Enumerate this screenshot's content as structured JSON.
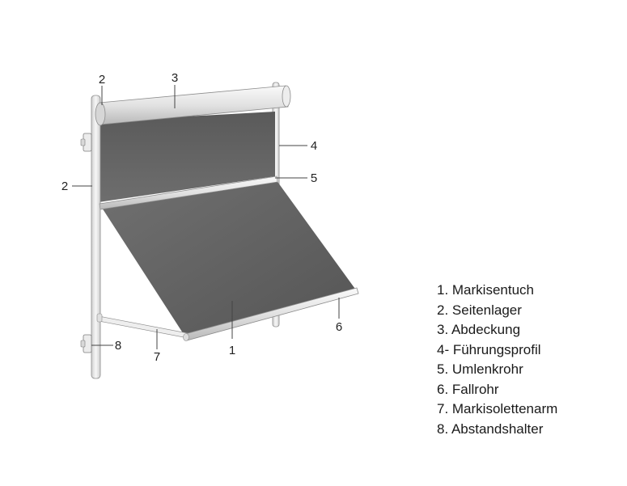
{
  "callouts": {
    "c1": "1",
    "c2_top": "2",
    "c2_left": "2",
    "c3": "3",
    "c4": "4",
    "c5": "5",
    "c6": "6",
    "c7": "7",
    "c8": "8"
  },
  "legend": [
    "1. Markisentuch",
    "2. Seitenlager",
    "3. Abdeckung",
    "4- Führungsprofil",
    "5. Umlenkrohr",
    "6. Fallrohr",
    "7. Markisolettenarm",
    "8. Abstandshalter"
  ],
  "colors": {
    "fabric": "#666666",
    "frame": "#e6e6e6",
    "outline": "#8a8a8a"
  }
}
